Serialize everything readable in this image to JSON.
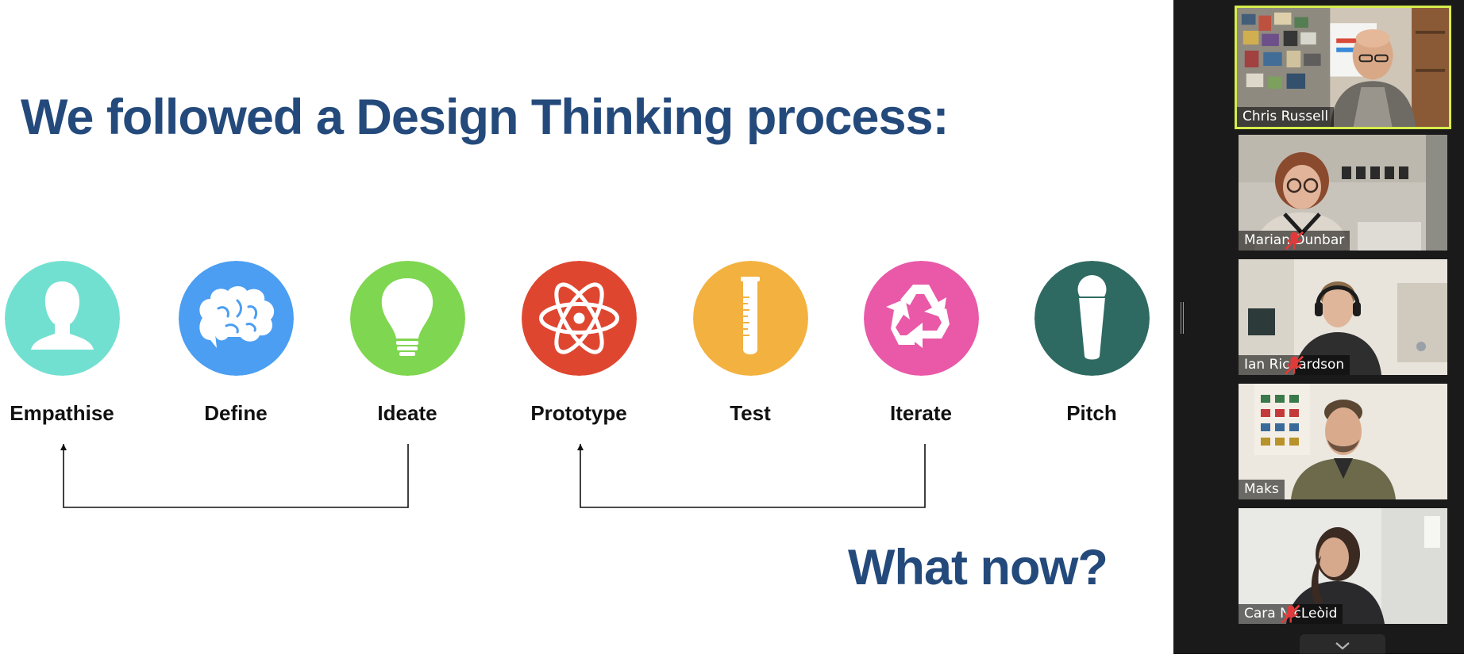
{
  "slide": {
    "title": "We followed a Design Thinking process:",
    "closing_question": "What now?",
    "steps": [
      {
        "label": "Empathise",
        "icon": "person-silhouette-icon",
        "color": "#72e0d0"
      },
      {
        "label": "Define",
        "icon": "brain-icon",
        "color": "#4b9ef2"
      },
      {
        "label": "Ideate",
        "icon": "lightbulb-icon",
        "color": "#7fd650"
      },
      {
        "label": "Prototype",
        "icon": "atom-icon",
        "color": "#df4630"
      },
      {
        "label": "Test",
        "icon": "test-tube-icon",
        "color": "#f3b140"
      },
      {
        "label": "Iterate",
        "icon": "recycle-icon",
        "color": "#e959a8"
      },
      {
        "label": "Pitch",
        "icon": "microphone-icon",
        "color": "#2e6a62"
      }
    ],
    "title_color": "#244a7c"
  },
  "participants": [
    {
      "name": "Chris Russell",
      "muted": false,
      "active_speaker": true
    },
    {
      "name": "Marian Dunbar",
      "muted": true,
      "active_speaker": false
    },
    {
      "name": "Ian Richardson",
      "muted": true,
      "active_speaker": false
    },
    {
      "name": "Maks",
      "muted": false,
      "active_speaker": false
    },
    {
      "name": "Cara NicLeòid",
      "muted": true,
      "active_speaker": false
    }
  ],
  "panel": {
    "scroll_down_icon": "chevron-down-icon",
    "active_speaker_color": "#d7ec4c"
  }
}
